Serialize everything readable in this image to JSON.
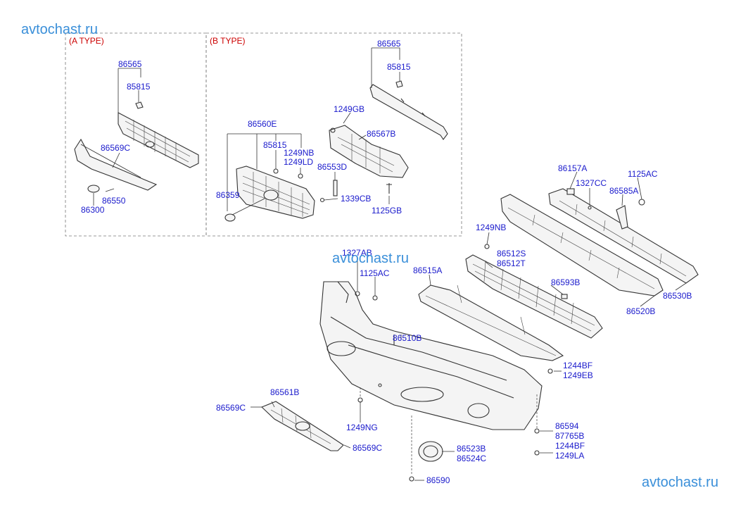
{
  "watermarks": {
    "top_left": "avtochast.ru",
    "center": "avtochast.ru",
    "bottom_right": "avtochast.ru"
  },
  "type_labels": {
    "a": "(A TYPE)",
    "b": "(B TYPE)"
  },
  "parts": {
    "a_86565": "86565",
    "a_85815": "85815",
    "a_86569C": "86569C",
    "a_86550": "86550",
    "a_86300": "86300",
    "b_86565": "86565",
    "b_85815_top": "85815",
    "b_1249GB": "1249GB",
    "b_86567B": "86567B",
    "b_86560E": "86560E",
    "b_85815": "85815",
    "b_1249NB": "1249NB",
    "b_1249LD": "1249LD",
    "b_86553D": "86553D",
    "b_86359": "86359",
    "b_1339CB": "1339CB",
    "b_1125GB": "1125GB",
    "m_86157A": "86157A",
    "m_1125AC_r": "1125AC",
    "m_1327CC": "1327CC",
    "m_86585A": "86585A",
    "m_1249NB": "1249NB",
    "m_1327AB": "1327AB",
    "m_1125AC": "1125AC",
    "m_86512S": "86512S",
    "m_86512T": "86512T",
    "m_86515A": "86515A",
    "m_86593B": "86593B",
    "m_86530B": "86530B",
    "m_86520B": "86520B",
    "m_86510B": "86510B",
    "m_1244BF": "1244BF",
    "m_1249EB": "1249EB",
    "m_86561B": "86561B",
    "m_86569C_l": "86569C",
    "m_1249NG": "1249NG",
    "m_86569C_b": "86569C",
    "m_86594": "86594",
    "m_87765B": "87765B",
    "m_1244BF_b": "1244BF",
    "m_1249LA": "1249LA",
    "m_86523B": "86523B",
    "m_86524C": "86524C",
    "m_86590": "86590"
  }
}
